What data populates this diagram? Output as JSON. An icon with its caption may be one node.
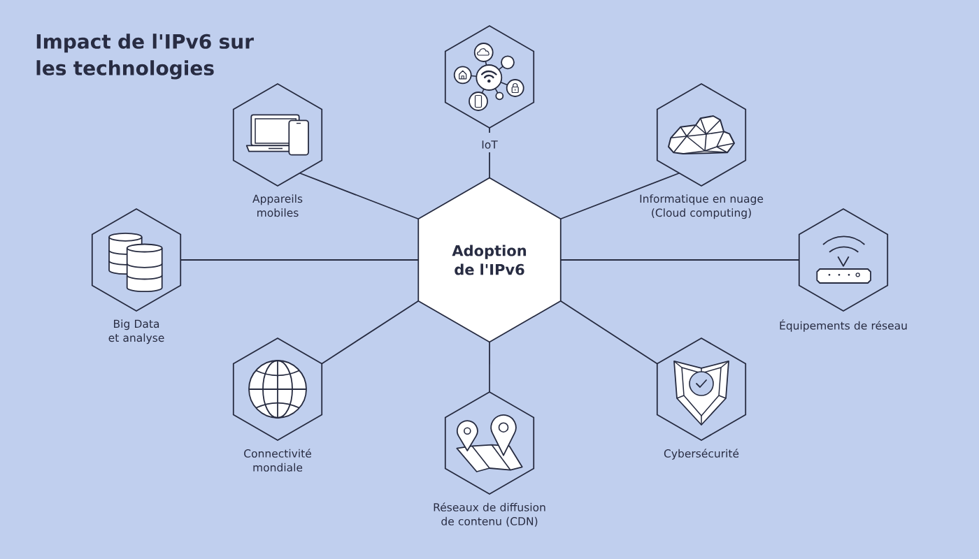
{
  "diagram": {
    "title": "Impact de l'IPv6 sur les technologies",
    "nodes": [
      {
        "text": [
          "Adoption de l'IPv6"
        ]
      },
      {
        "text": [
          "IoT"
        ]
      },
      {
        "text": [
          "Informatique en nuage (Cloud computing)"
        ]
      },
      {
        "text": [
          "Équipements de réseau"
        ]
      },
      {
        "text": [
          "Cybersécurité"
        ]
      },
      {
        "text": [
          "Réseaux de diffusion de contenu (CDN)"
        ]
      },
      {
        "text": [
          "Connectivité mondiale"
        ]
      },
      {
        "text": [
          "Big Data et analyse"
        ]
      },
      {
        "text": [
          "Appareils mobiles"
        ]
      }
    ],
    "edges": [
      {
        "from": 0,
        "to": 1,
        "arrow": "none"
      },
      {
        "from": 0,
        "to": 2,
        "arrow": "none"
      },
      {
        "from": 0,
        "to": 3,
        "arrow": "none"
      },
      {
        "from": 0,
        "to": 4,
        "arrow": "none"
      },
      {
        "from": 0,
        "to": 5,
        "arrow": "none"
      },
      {
        "from": 0,
        "to": 6,
        "arrow": "none"
      },
      {
        "from": 0,
        "to": 7,
        "arrow": "none"
      },
      {
        "from": 0,
        "to": 8,
        "arrow": "none"
      }
    ]
  }
}
